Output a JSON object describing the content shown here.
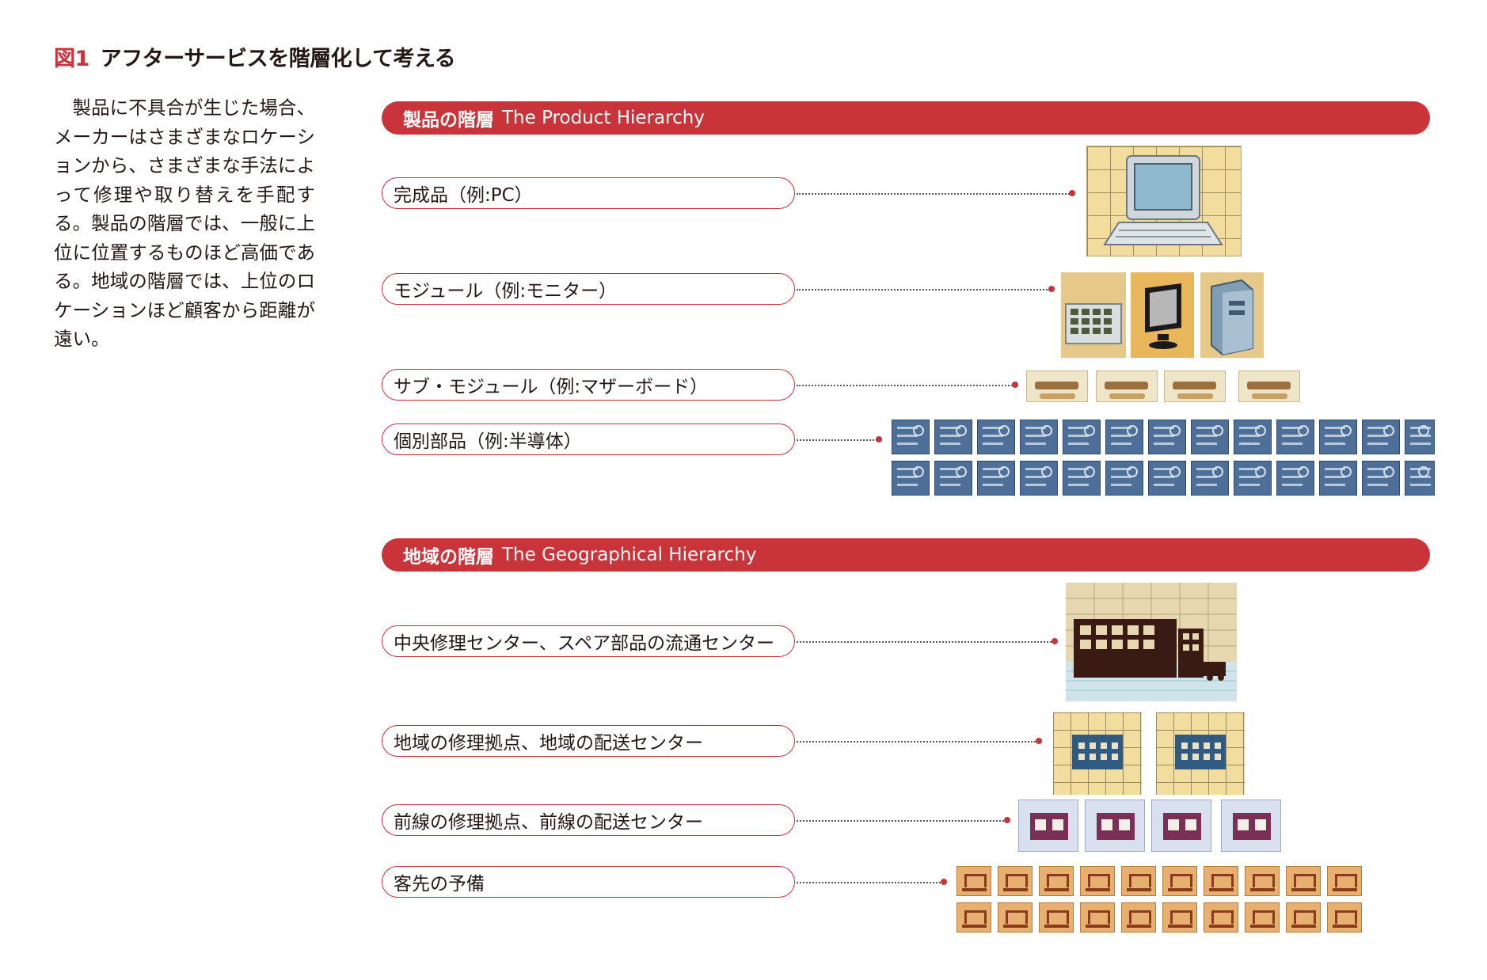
{
  "figure": {
    "number": "図1",
    "title": "アフターサービスを階層化して考える"
  },
  "intro_text": "製品に不具合が生じた場合、メーカーはさまざまなロケーションから、さまざまな手法によって修理や取り替えを手配する。製品の階層では、一般に上位に位置するものほど高価である。地域の階層では、上位のロケーションほど顧客から距離が遠い。",
  "product_hierarchy": {
    "title_jp": "製品の階層",
    "title_en": "The Product Hierarchy",
    "levels": [
      {
        "label": "完成品（例:PC）",
        "icon": "pc-icon"
      },
      {
        "label": "モジュール（例:モニター）",
        "icon": "module-icon"
      },
      {
        "label": "サブ・モジュール（例:マザーボード）",
        "icon": "motherboard-icon"
      },
      {
        "label": "個別部品（例:半導体）",
        "icon": "semiconductor-icon"
      }
    ]
  },
  "geographical_hierarchy": {
    "title_jp": "地域の階層",
    "title_en": "The Geographical Hierarchy",
    "levels": [
      {
        "label": "中央修理センター、スペア部品の流通センター",
        "icon": "central-center-icon"
      },
      {
        "label": "地域の修理拠点、地域の配送センター",
        "icon": "regional-building-icon"
      },
      {
        "label": "前線の修理拠点、前線の配送センター",
        "icon": "frontline-shop-icon"
      },
      {
        "label": "客先の予備",
        "icon": "customer-spare-icon"
      }
    ]
  },
  "colors": {
    "accent": "#c9343b",
    "text": "#231815",
    "chip_blue": "#4e6f98",
    "building_blue": "#315a80",
    "shop_purple": "#7a2f55",
    "spare_orange": "#e8b070"
  }
}
